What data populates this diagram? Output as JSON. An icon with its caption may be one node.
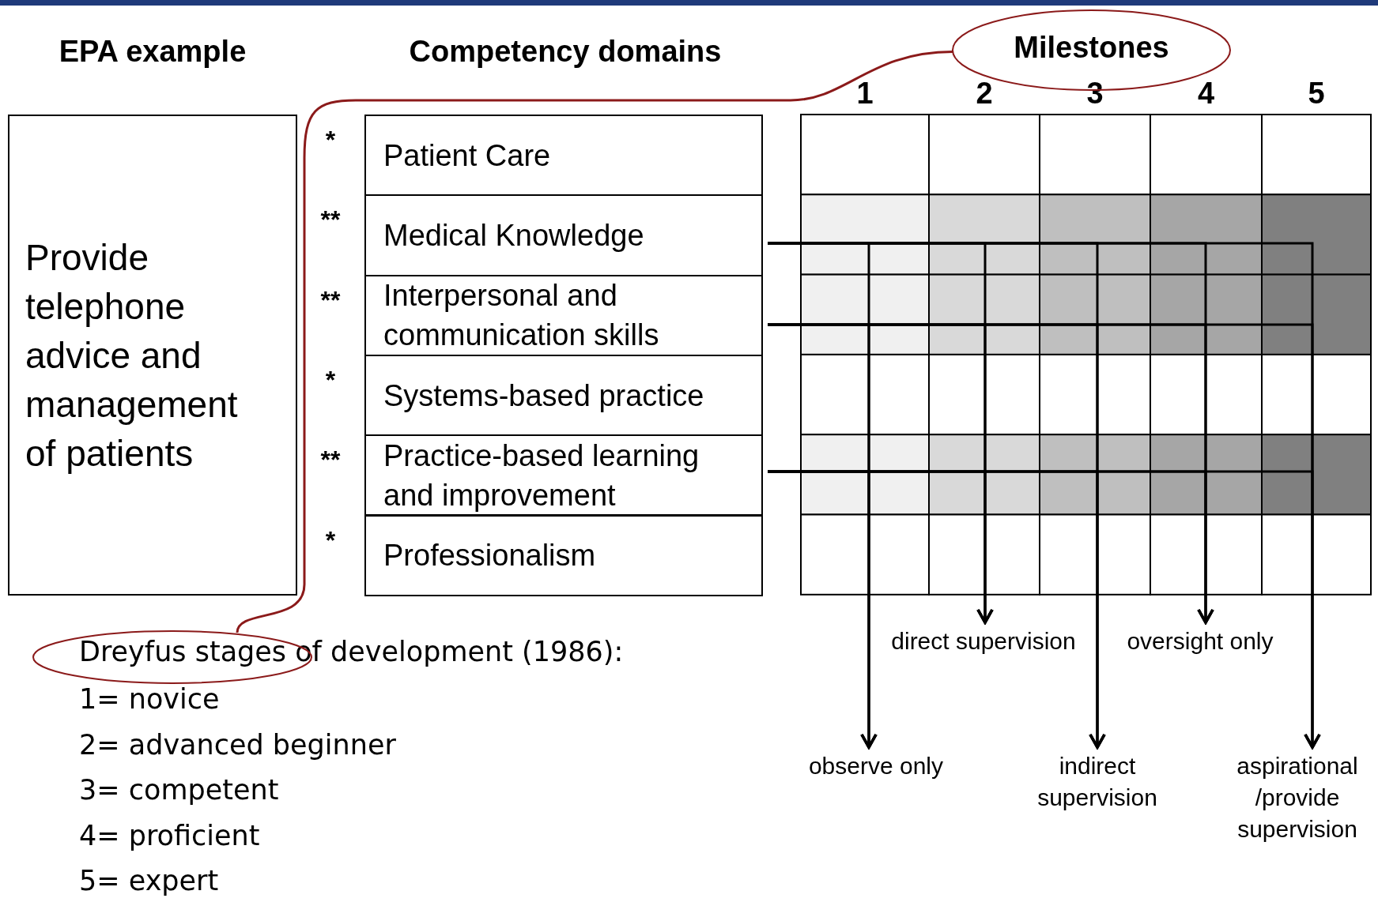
{
  "diagram": {
    "nodes": [
      {
        "text": [
          "EPA example",
          "Provide telephone advice and management of patients"
        ]
      },
      {
        "text": [
          "Competency domains"
        ]
      },
      {
        "text": [
          "Milestones"
        ]
      },
      {
        "text": [
          "Patient Care"
        ],
        "in": 1
      },
      {
        "text": [
          "Medical Knowledge"
        ],
        "in": 1
      },
      {
        "text": [
          "Interpersonal and communication skills"
        ],
        "in": 1
      },
      {
        "text": [
          "Systems-based practice"
        ],
        "in": 1
      },
      {
        "text": [
          "Practice-based learning and improvement"
        ],
        "in": 1
      },
      {
        "text": [
          "Professionalism"
        ],
        "in": 1
      },
      {
        "text": [],
        "shape": "ellipse"
      },
      {
        "text": [
          "direct supervision"
        ]
      },
      {
        "text": [
          "oversight only"
        ]
      },
      {
        "text": [
          "observe only"
        ]
      },
      {
        "text": [
          "indirect supervision"
        ]
      },
      {
        "text": [
          "aspirational /provide supervision"
        ]
      }
    ],
    "edges": [
      {
        "from": 9,
        "to": 2,
        "arrow": "none",
        "color": "#8b1a1a"
      },
      {
        "from": 4,
        "to": 12,
        "arrow": "to"
      },
      {
        "from": 4,
        "to": 10,
        "arrow": "to"
      },
      {
        "from": 4,
        "to": 13,
        "arrow": "to"
      },
      {
        "from": 4,
        "to": 11,
        "arrow": "to"
      },
      {
        "from": 4,
        "to": 14,
        "arrow": "to"
      },
      {
        "from": 5,
        "to": 12,
        "arrow": "to"
      },
      {
        "from": 5,
        "to": 10,
        "arrow": "to"
      },
      {
        "from": 5,
        "to": 13,
        "arrow": "to"
      },
      {
        "from": 5,
        "to": 11,
        "arrow": "to"
      },
      {
        "from": 5,
        "to": 14,
        "arrow": "to"
      },
      {
        "from": 7,
        "to": 12,
        "arrow": "to"
      },
      {
        "from": 7,
        "to": 10,
        "arrow": "to"
      },
      {
        "from": 7,
        "to": 13,
        "arrow": "to"
      },
      {
        "from": 7,
        "to": 11,
        "arrow": "to"
      },
      {
        "from": 7,
        "to": 14,
        "arrow": "to"
      }
    ],
    "labels": [
      "1",
      "2",
      "3",
      "4",
      "5",
      "*",
      "**",
      "**",
      "*",
      "**",
      "*",
      "Dreyfus stages of development (1986):",
      "1= novice",
      "2= advanced beginner",
      "3= competent",
      "4= proficient",
      "5= expert"
    ]
  }
}
